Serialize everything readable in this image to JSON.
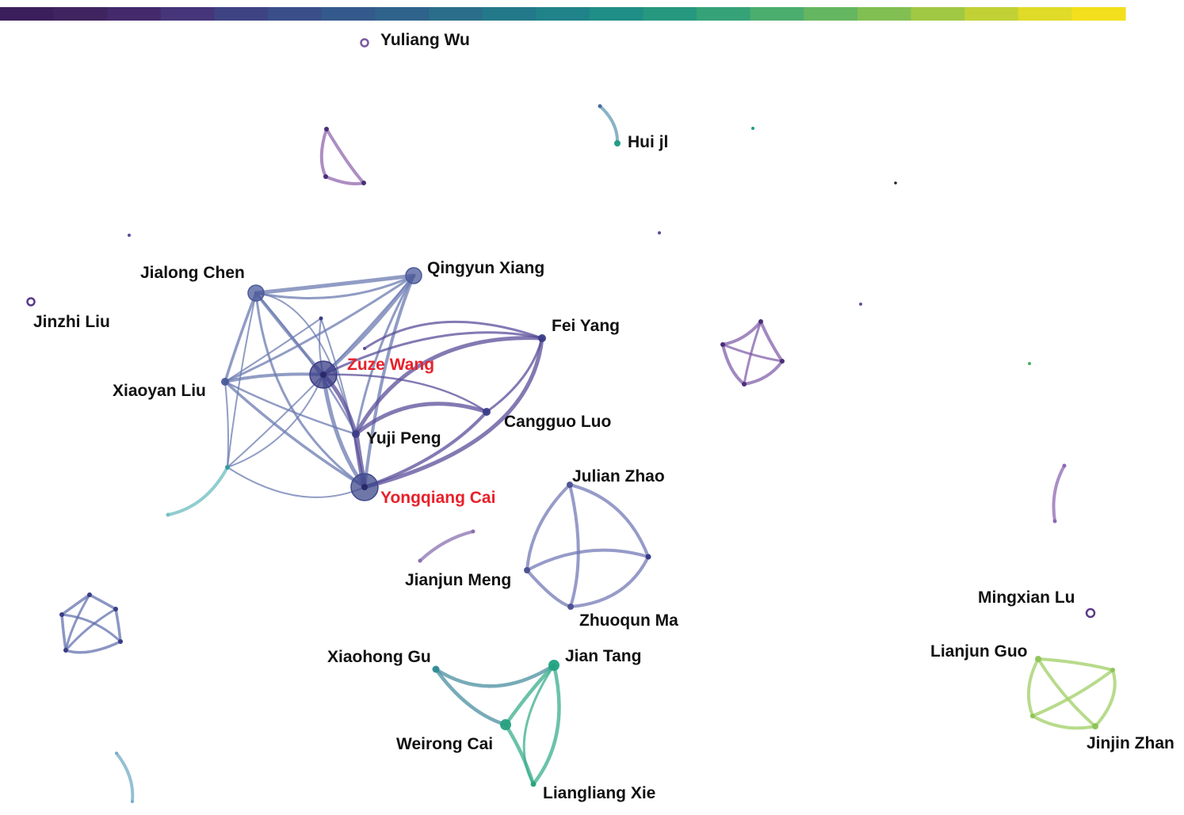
{
  "colors": {
    "label": "#111111",
    "highlight": "#e8202a",
    "colorbar": [
      "#3b1f5c",
      "#40245f",
      "#432a6b",
      "#463579",
      "#3e4384",
      "#3a4f8a",
      "#34598b",
      "#2f638b",
      "#2a6e8a",
      "#23798a",
      "#1f8389",
      "#1f8e86",
      "#25987f",
      "#35a278",
      "#4bad6e",
      "#65b660",
      "#82bf52",
      "#a1c843",
      "#c1d135",
      "#e0da28",
      "#f3df1c"
    ]
  },
  "nodes": [
    {
      "id": "yuliang-wu",
      "label": "Yuliang Wu",
      "color": "#7d5aa0",
      "hollow": true
    },
    {
      "id": "hui-jl",
      "label": "Hui jl",
      "color": "#1d9a86"
    },
    {
      "id": "jialong-chen",
      "label": "Jialong Chen",
      "color": "#4b5a9a"
    },
    {
      "id": "qingyun-xiang",
      "label": "Qingyun Xiang",
      "color": "#4b5a9a"
    },
    {
      "id": "jinzhi-liu",
      "label": "Jinzhi Liu",
      "color": "#5a3b88",
      "hollow": true
    },
    {
      "id": "fei-yang",
      "label": "Fei Yang",
      "color": "#3a3c86"
    },
    {
      "id": "zuze-wang",
      "label": "Zuze Wang",
      "color": "#3a3c86",
      "highlight": true
    },
    {
      "id": "xiaoyan-liu",
      "label": "Xiaoyan Liu",
      "color": "#4b5a9a"
    },
    {
      "id": "cangguo-luo",
      "label": "Cangguo Luo",
      "color": "#3a3c86"
    },
    {
      "id": "yuji-peng",
      "label": "Yuji Peng",
      "color": "#3a3c86"
    },
    {
      "id": "yongqiang-cai",
      "label": "Yongqiang Cai",
      "color": "#3f4a8c",
      "highlight": true
    },
    {
      "id": "julian-zhao",
      "label": "Julian Zhao",
      "color": "#4b5090"
    },
    {
      "id": "jianjun-meng",
      "label": "Jianjun Meng",
      "color": "#4b5090"
    },
    {
      "id": "zhuoqun-ma",
      "label": "Zhuoqun Ma",
      "color": "#4b5090"
    },
    {
      "id": "mingxian-lu",
      "label": "Mingxian Lu",
      "color": "#5a3b88",
      "hollow": true
    },
    {
      "id": "xiaohong-gu",
      "label": "Xiaohong Gu",
      "color": "#2e8b93"
    },
    {
      "id": "jian-tang",
      "label": "Jian Tang",
      "color": "#22a282"
    },
    {
      "id": "lianjun-guo",
      "label": "Lianjun Guo",
      "color": "#8fc45a"
    },
    {
      "id": "weirong-cai",
      "label": "Weirong Cai",
      "color": "#27a07f"
    },
    {
      "id": "jinjin-zhan",
      "label": "Jinjin Zhan",
      "color": "#8fc45a"
    },
    {
      "id": "liangliang-xie",
      "label": "Liangliang Xie",
      "color": "#2aa27c"
    }
  ]
}
